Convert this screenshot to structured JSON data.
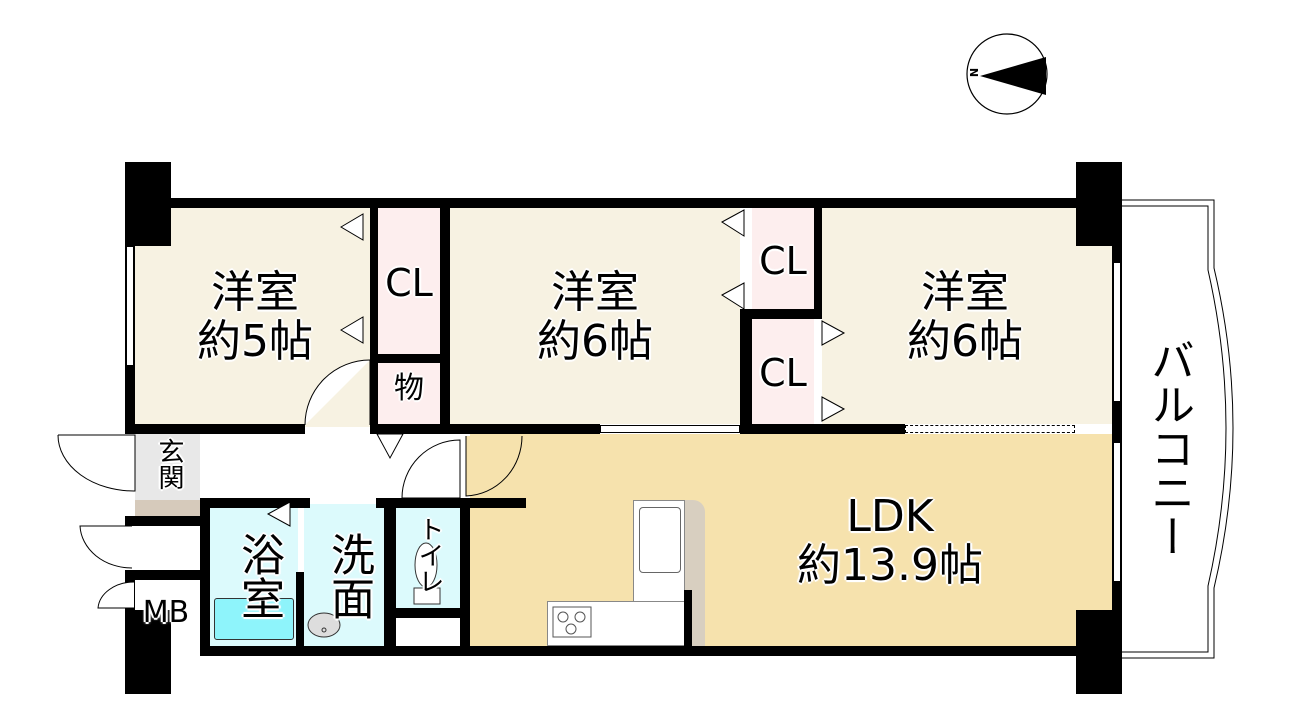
{
  "compass": {
    "label": "N",
    "icon": "north-arrow-icon"
  },
  "rooms": {
    "western_room_1": {
      "name": "洋室",
      "size": "約5帖",
      "color": "#f7f2e2"
    },
    "western_room_2": {
      "name": "洋室",
      "size": "約6帖",
      "color": "#f7f2e2"
    },
    "western_room_3": {
      "name": "洋室",
      "size": "約6帖",
      "color": "#f7f2e2"
    },
    "closet_1": {
      "name": "CL",
      "color": "#fdeeee"
    },
    "closet_2": {
      "name": "CL",
      "color": "#fdeeee"
    },
    "closet_3": {
      "name": "CL",
      "color": "#fdeeee"
    },
    "storage": {
      "name": "物",
      "color": "#fdeeee"
    },
    "entrance": {
      "name": "玄関",
      "color": "#e8e8e8"
    },
    "bathroom": {
      "name": "浴室",
      "color": "#dcfafc"
    },
    "washroom": {
      "name": "洗面",
      "color": "#dcfafc"
    },
    "toilet": {
      "name": "トイレ",
      "color": "#dcfafc"
    },
    "meter_box": {
      "name": "MB"
    },
    "ldk": {
      "name": "LDK",
      "size": "約13.9帖",
      "color": "#f6e2ad"
    },
    "balcony": {
      "name": "バルコニー"
    }
  },
  "colors": {
    "wall": "#000000",
    "bathtub": "#8ef4fb",
    "counter_edge": "#d8cfc0",
    "entrance_floor": "#d6cabb"
  }
}
